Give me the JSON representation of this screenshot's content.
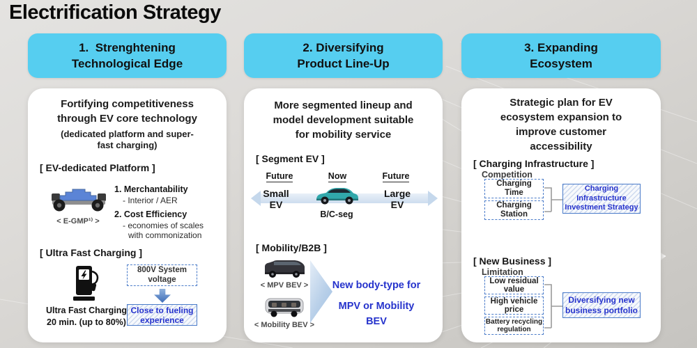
{
  "slide": {
    "title": "Electrification Strategy"
  },
  "colors": {
    "header_bg": "#56cef0",
    "accent_blue": "#2633cc",
    "box_border_blue": "#4a7bc9",
    "card_bg": "#ffffff",
    "background_gray": "#d9d7d4",
    "battery_blue": "#5b84d6",
    "car_teal": "#31a8ab"
  },
  "col1": {
    "header_line1": "1.  Strenghtening",
    "header_line2": "Technological Edge",
    "intro_line1": "Fortifying competitiveness",
    "intro_line2": "through EV core technology",
    "intro_sub1": "(dedicated platform and super-",
    "intro_sub2": "fast charging)",
    "platform_title": "[ EV-dedicated Platform ]",
    "egmp_caption": "< E-GMP¹⁾ >",
    "point1_title": "1. Merchantability",
    "point1_sub": "- Interior / AER",
    "point2_title": "2. Cost Efficiency",
    "point2_sub1": "- economies of scales",
    "point2_sub2": "with commonization",
    "charging_title": "[ Ultra Fast Charging ]",
    "charging_caption1": "Ultra Fast Charging",
    "charging_caption2": "20 min. (up to 80%)",
    "voltage_line1": "800V System",
    "voltage_line2": "voltage",
    "fueling_line1": "Close to fueling",
    "fueling_line2": "experience"
  },
  "col2": {
    "header_line1": "2. Diversifying",
    "header_line2": "Product Line-Up",
    "intro_line1": "More segmented lineup and",
    "intro_line2": "model development suitable",
    "intro_line3": "for mobility service",
    "segment_title": "[ Segment EV ]",
    "label_future_left": "Future",
    "label_now": "Now",
    "label_future_right": "Future",
    "small_line1": "Small",
    "small_line2": "EV",
    "large_line1": "Large",
    "large_line2": "EV",
    "bc_seg": "B/C-seg",
    "mobility_title": "[ Mobility/B2B ]",
    "mpv_caption": "< MPV BEV >",
    "mobility_caption": "< Mobility BEV >",
    "newbody_line1": "New body-type for",
    "newbody_line2": "MPV or Mobility BEV"
  },
  "col3": {
    "header_line1": "3. Expanding",
    "header_line2": "Ecosystem",
    "intro_line1": "Strategic plan for EV",
    "intro_line2": "ecosystem expansion to",
    "intro_line3": "improve customer",
    "intro_line4": "accessibility",
    "charging_title": "[ Charging Infrastructure ]",
    "charging_sub": "Competition",
    "cbox1_line1": "Charging",
    "cbox1_line2": "Time",
    "cbox2_line1": "Charging",
    "cbox2_line2": "Station",
    "cresult_line1": "Charging",
    "cresult_line2": "Infrastructure",
    "cresult_line3": "Investment Strategy",
    "business_title": "[ New Business ]",
    "business_sub": "Limitation",
    "bbox1_line1": "Low residual",
    "bbox1_line2": "value",
    "bbox2_line1": "High vehicle",
    "bbox2_line2": "price",
    "bbox3_line1": "Battery recycling",
    "bbox3_line2": "regulation",
    "bresult_line1": "Diversifying new",
    "bresult_line2": "business portfolio"
  }
}
